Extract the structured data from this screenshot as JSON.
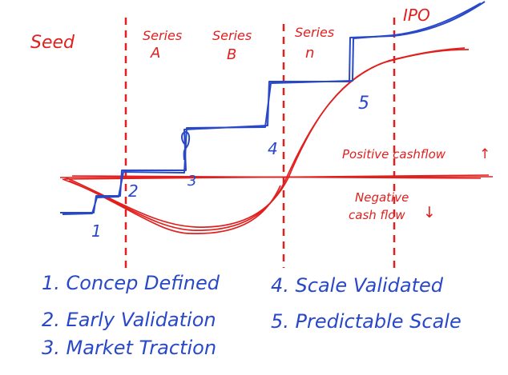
{
  "colors": {
    "red": "#e0201e",
    "blue": "#2848c8",
    "background": "#ffffff"
  },
  "stages": {
    "seed": "Seed",
    "series_a_line1": "Series",
    "series_a_line2": "A",
    "series_b_line1": "Series",
    "series_b_line2": "B",
    "series_n_line1": "Series",
    "series_n_line2": "n",
    "ipo": "IPO"
  },
  "annotations": {
    "positive": "Positive cashflow",
    "positive_arrow": "↑",
    "negative_line1": "Negative",
    "negative_line2": "cash flow",
    "negative_arrow": "↓"
  },
  "step_markers": [
    "1",
    "2",
    "3",
    "4",
    "5"
  ],
  "legend": [
    "1. Concep Defined",
    "2. Early Validation",
    "3. Market Traction",
    "4. Scale Validated",
    "5. Predictable Scale"
  ]
}
